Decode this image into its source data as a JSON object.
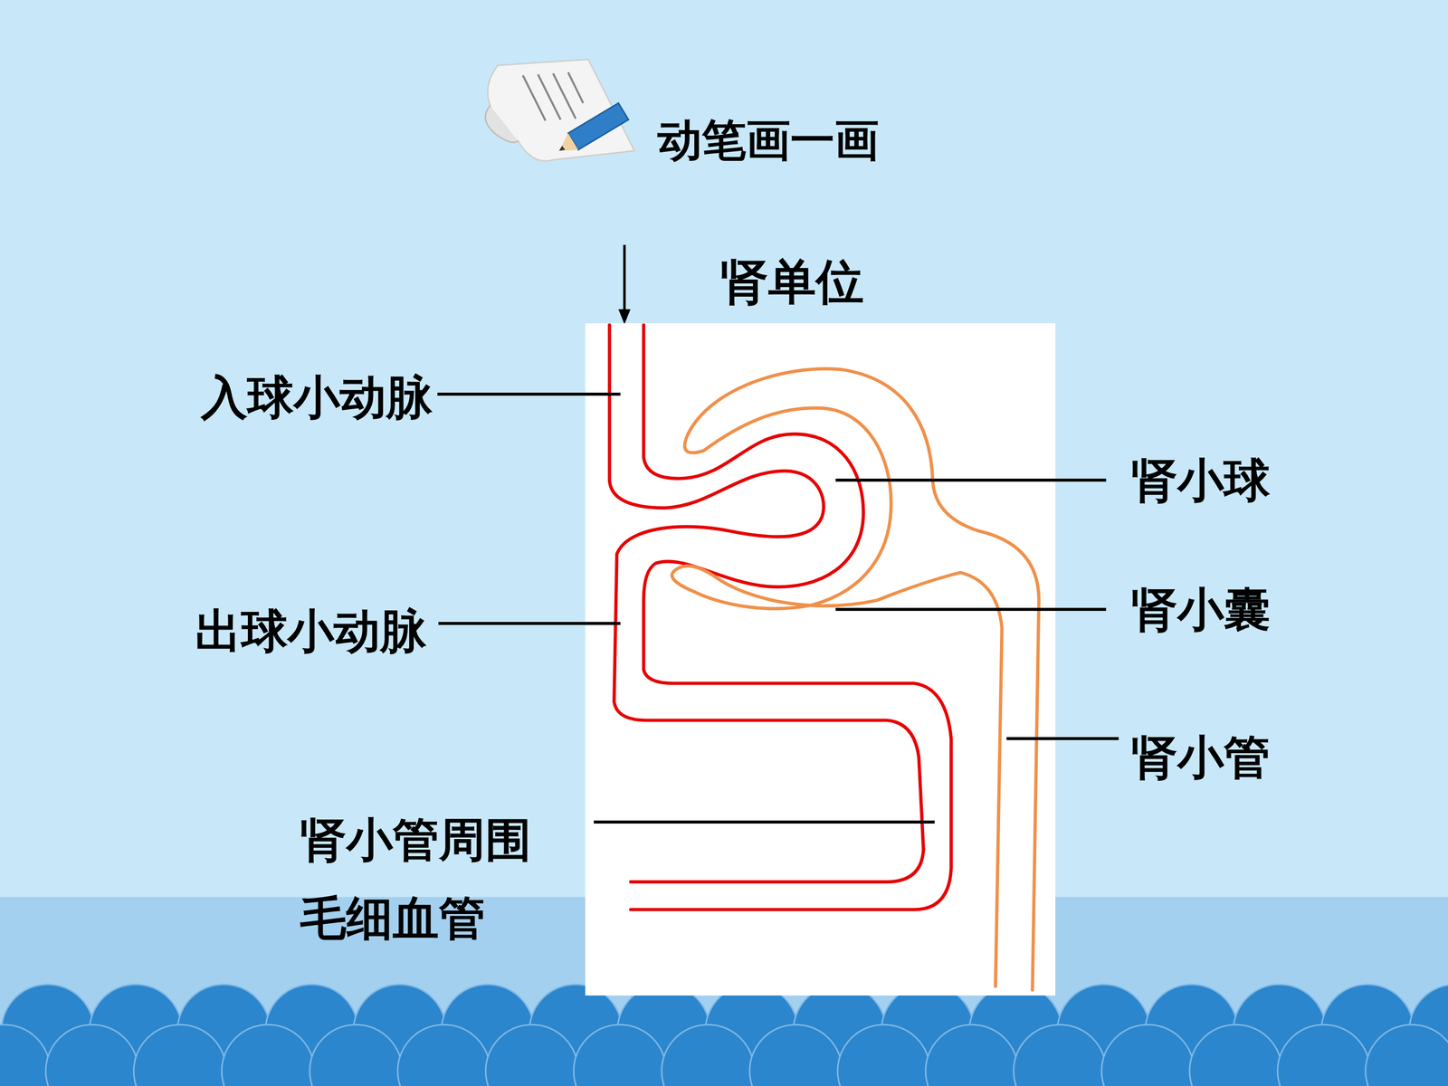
{
  "diagram": {
    "title": "动笔画一画",
    "labels": [
      "肾单位",
      "入球小动脉",
      "出球小动脉",
      "肾小管周围 毛细血管",
      "肾小球",
      "肾小囊",
      "肾小管"
    ]
  }
}
